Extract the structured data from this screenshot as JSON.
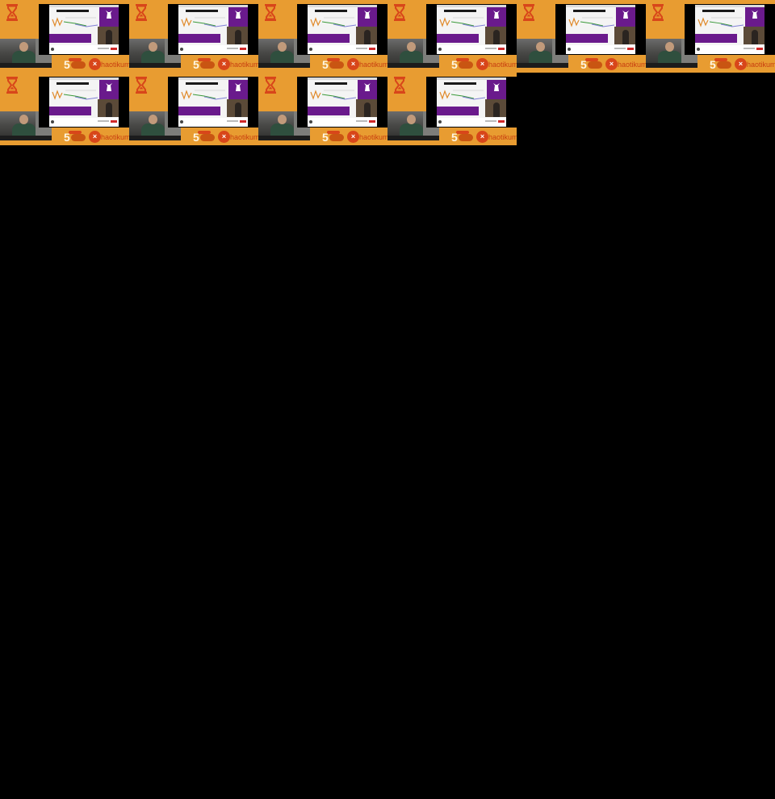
{
  "brand": {
    "badge_number": "5",
    "wordmark": "haotikum",
    "logo_glyph": "×",
    "colors": {
      "tile_background": "#e89c31",
      "accent_red": "#d8461a",
      "slide_purple": "#6a1a8c",
      "page_background": "#000000"
    }
  },
  "tiles": [
    {
      "id": 1
    },
    {
      "id": 2
    },
    {
      "id": 3
    },
    {
      "id": 4
    },
    {
      "id": 5
    },
    {
      "id": 6
    },
    {
      "id": 7
    },
    {
      "id": 8
    },
    {
      "id": 9
    },
    {
      "id": 10
    }
  ],
  "icons": {
    "hourglass": "hourglass-icon",
    "logo": "chaotikum-logo-icon",
    "mascot": "cat-mascot-icon"
  }
}
